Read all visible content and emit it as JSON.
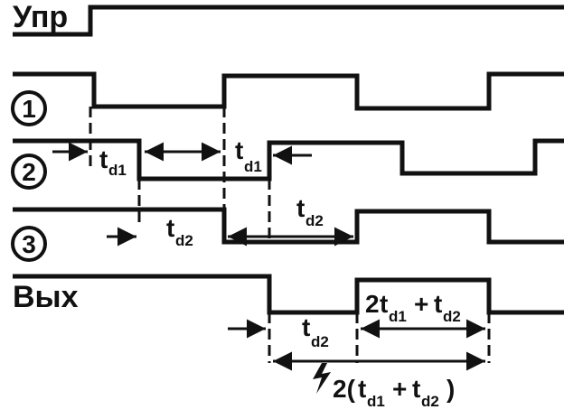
{
  "signals": {
    "upr": "Упр",
    "s1": "1",
    "s2": "2",
    "s3": "3",
    "out": "Вых"
  },
  "labels": {
    "t": "t",
    "d1": "d1",
    "d2": "d2",
    "two": "2",
    "plus": "+",
    "two_paren": "2(",
    "close_paren": ")"
  }
}
